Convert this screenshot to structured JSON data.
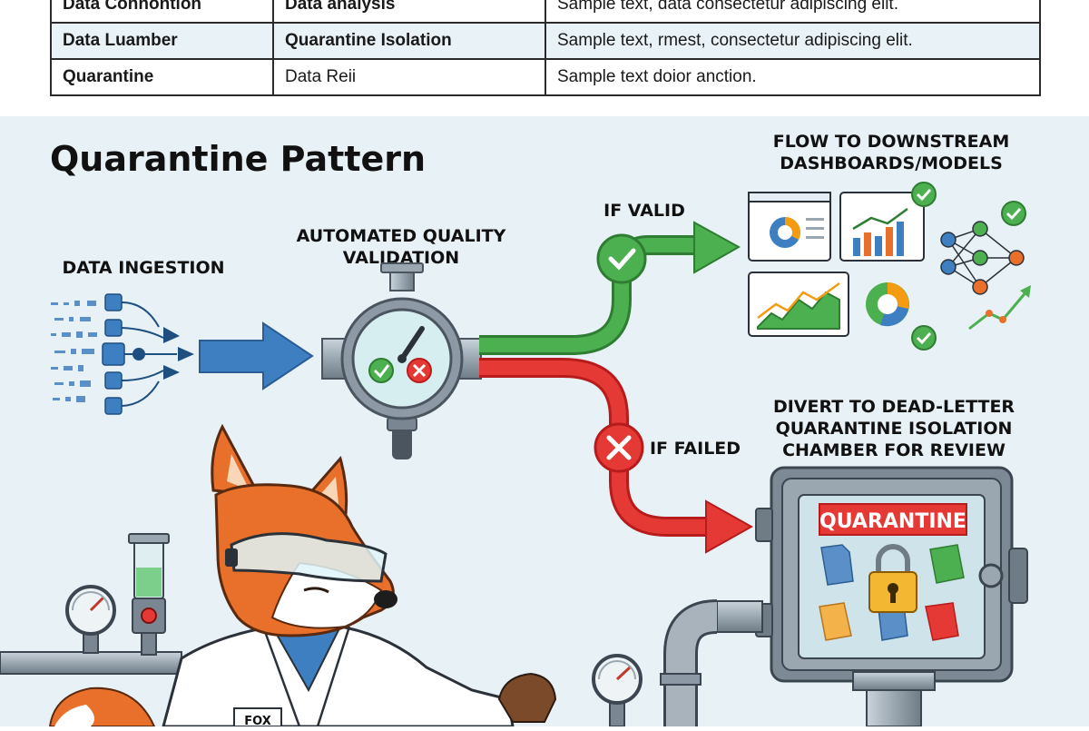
{
  "table": {
    "rows": [
      {
        "c1": "Data Connontion",
        "c2": "Data analysis",
        "c3": "Sample text, data consectetur adipiscing elit.",
        "c2_bold": true
      },
      {
        "c1": "Data Luamber",
        "c2": "Quarantine Isolation",
        "c3": "Sample text, rmest, consectetur adipiscing elit.",
        "c2_bold": true
      },
      {
        "c1": "Quarantine",
        "c2": "Data Reii",
        "c3": "Sample text doior anction.",
        "c2_bold": false
      }
    ]
  },
  "diagram": {
    "title": "Quarantine Pattern",
    "ingestion_label": "DATA INGESTION",
    "validation_label_1": "AUTOMATED QUALITY",
    "validation_label_2": "VALIDATION",
    "if_valid": "IF VALID",
    "if_failed": "IF FAILED",
    "downstream_label_1": "FLOW TO DOWNSTREAM",
    "downstream_label_2": "DASHBOARDS/MODELS",
    "divert_label_1": "DIVERT TO DEAD-LETTER",
    "divert_label_2": "QUARANTINE ISOLATION",
    "divert_label_3": "CHAMBER FOR REVIEW",
    "quarantine_sign": "QUARANTINE",
    "fox_badge": "FOX"
  },
  "colors": {
    "valid_green": "#4caf50",
    "failed_red": "#e53935",
    "ingest_blue": "#3d7fc1",
    "quarantine_red": "#e53935",
    "fox_orange": "#e8702a"
  }
}
